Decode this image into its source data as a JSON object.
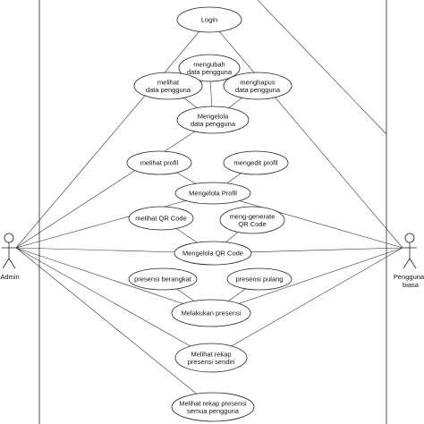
{
  "actors": [
    {
      "id": "admin",
      "label": "Admin"
    },
    {
      "id": "user",
      "label_lines": [
        "Pengguna",
        "biasa"
      ]
    }
  ],
  "use_cases": [
    {
      "id": "login",
      "lines": [
        "Login"
      ]
    },
    {
      "id": "ubah",
      "lines": [
        "mengubah",
        "data pengguna"
      ]
    },
    {
      "id": "lihat-data",
      "lines": [
        "melihat",
        "data pengguna"
      ]
    },
    {
      "id": "hapus",
      "lines": [
        "menghapus",
        "data pengguna"
      ]
    },
    {
      "id": "kelola-data",
      "lines": [
        "Mengelola",
        "data pengguna"
      ]
    },
    {
      "id": "lihat-profil",
      "lines": [
        "melihat profil"
      ]
    },
    {
      "id": "edit-profil",
      "lines": [
        "mengedit profil"
      ]
    },
    {
      "id": "kelola-profil",
      "lines": [
        "Mengelola Profil"
      ]
    },
    {
      "id": "lihat-qr",
      "lines": [
        "melihat QR Code"
      ]
    },
    {
      "id": "generate-qr",
      "lines": [
        "meng-generate",
        "QR Code"
      ]
    },
    {
      "id": "kelola-qr",
      "lines": [
        "Mengelola QR Code"
      ]
    },
    {
      "id": "berangkat",
      "lines": [
        "presensi berangkat"
      ]
    },
    {
      "id": "pulang",
      "lines": [
        "presensi pulang"
      ]
    },
    {
      "id": "presensi",
      "lines": [
        "Melakukan presensi"
      ]
    },
    {
      "id": "rekap-sendiri",
      "lines": [
        "Melihat rekap",
        "presensi sendiri"
      ]
    },
    {
      "id": "rekap-semua",
      "lines": [
        "Melihat rekap presensi",
        "semua pengguna"
      ]
    }
  ],
  "associations": [
    [
      "admin",
      "login"
    ],
    [
      "admin",
      "kelola-data"
    ],
    [
      "admin",
      "kelola-profil"
    ],
    [
      "admin",
      "kelola-qr"
    ],
    [
      "admin",
      "presensi"
    ],
    [
      "admin",
      "rekap-sendiri"
    ],
    [
      "admin",
      "rekap-semua"
    ],
    [
      "user",
      "login"
    ],
    [
      "user",
      "kelola-profil"
    ],
    [
      "user",
      "kelola-qr"
    ],
    [
      "user",
      "presensi"
    ],
    [
      "user",
      "rekap-sendiri"
    ],
    [
      "kelola-data",
      "lihat-data"
    ],
    [
      "kelola-data",
      "ubah"
    ],
    [
      "kelola-data",
      "hapus"
    ],
    [
      "kelola-profil",
      "lihat-profil"
    ],
    [
      "kelola-profil",
      "edit-profil"
    ],
    [
      "kelola-qr",
      "lihat-qr"
    ],
    [
      "kelola-qr",
      "generate-qr"
    ],
    [
      "presensi",
      "berangkat"
    ],
    [
      "presensi",
      "pulang"
    ]
  ]
}
